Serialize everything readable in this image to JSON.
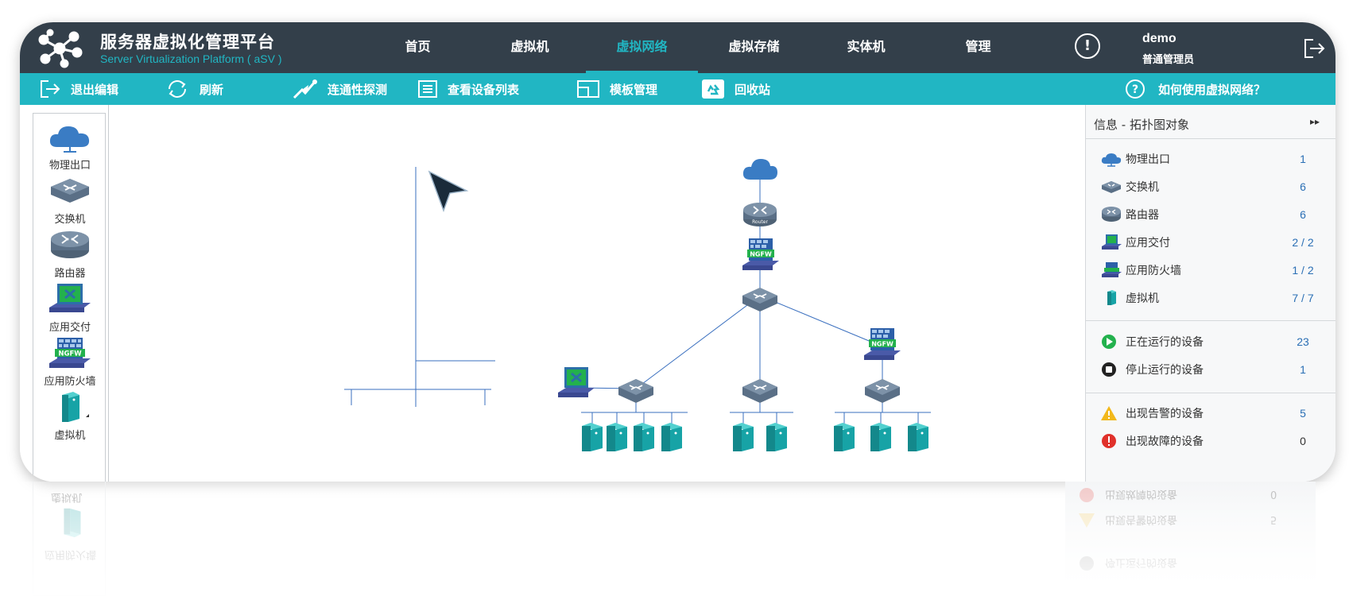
{
  "header": {
    "title": "服务器虚拟化管理平台",
    "subtitle": "Server Virtualization Platform ( aSV )",
    "nav": [
      {
        "label": "首页",
        "active": false
      },
      {
        "label": "虚拟机",
        "active": false
      },
      {
        "label": "虚拟网络",
        "active": true
      },
      {
        "label": "虚拟存储",
        "active": false
      },
      {
        "label": "实体机",
        "active": false
      },
      {
        "label": "管理",
        "active": false
      }
    ],
    "user": {
      "name": "demo",
      "role": "普通管理员"
    }
  },
  "toolbar": {
    "exit_edit": "退出编辑",
    "refresh": "刷新",
    "connectivity": "连通性探测",
    "device_list": "查看设备列表",
    "template": "模板管理",
    "recycle": "回收站",
    "help": "如何使用虚拟网络？"
  },
  "palette": {
    "items": [
      {
        "label": "物理出口",
        "icon": "cloud-icon"
      },
      {
        "label": "交换机",
        "icon": "switch-icon"
      },
      {
        "label": "路由器",
        "icon": "router-icon"
      },
      {
        "label": "应用交付",
        "icon": "app-delivery-icon"
      },
      {
        "label": "应用防火墙",
        "icon": "ngfw-icon"
      },
      {
        "label": "虚拟机",
        "icon": "vm-icon"
      }
    ]
  },
  "topology": {
    "router_label": "Router",
    "firewall_label": "NGFW"
  },
  "info": {
    "title": "信息 - 拓扑图对象",
    "objects": [
      {
        "label": "物理出口",
        "value": "1",
        "icon": "cloud-icon"
      },
      {
        "label": "交换机",
        "value": "6",
        "icon": "switch-icon"
      },
      {
        "label": "路由器",
        "value": "6",
        "icon": "router-icon"
      },
      {
        "label": "应用交付",
        "value": "2 / 2",
        "icon": "app-delivery-icon"
      },
      {
        "label": "应用防火墙",
        "value": "1 / 2",
        "icon": "ngfw-icon"
      },
      {
        "label": "虚拟机",
        "value": "7 / 7",
        "icon": "vm-icon"
      }
    ],
    "status": [
      {
        "label": "正在运行的设备",
        "value": "23",
        "icon": "running-icon"
      },
      {
        "label": "停止运行的设备",
        "value": "1",
        "icon": "stopped-icon"
      }
    ],
    "alerts": [
      {
        "label": "出现告警的设备",
        "value": "5",
        "icon": "warning-icon"
      },
      {
        "label": "出现故障的设备",
        "value": "0",
        "icon": "fault-icon"
      }
    ]
  },
  "colors": {
    "header_bg": "#333f4a",
    "accent": "#21b6c3",
    "device": "#5a6f86",
    "cloud": "#3a7cc4",
    "vm": "#17a3a6",
    "link": "#3a6fbf"
  }
}
